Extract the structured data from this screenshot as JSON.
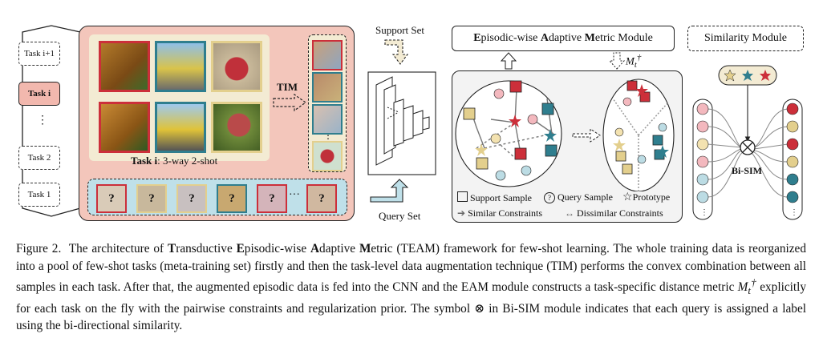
{
  "tasks": {
    "items": [
      {
        "label": "Task i+1"
      },
      {
        "label": "Task i"
      },
      {
        "label": "⋮"
      },
      {
        "label": "Task 2"
      },
      {
        "label": "Task 1"
      }
    ]
  },
  "task_panel": {
    "caption_bold": "Task i",
    "caption_rest": ": 3-way 2-shot",
    "tim_label": "TIM",
    "query_ellipsis": "···",
    "query_mark": "?"
  },
  "cnn": {
    "support_label": "Support Set",
    "query_label": "Query Set"
  },
  "eam": {
    "title_parts": [
      "E",
      "pisodic-wise ",
      "A",
      "daptive ",
      "M",
      "etric Module"
    ],
    "metric_symbol": "M",
    "metric_sub": "t",
    "metric_sup": "†",
    "legend": {
      "support": "Support Sample",
      "query": "Query Sample",
      "prototype": "Prototype",
      "similar": "Similar Constraints",
      "dissimilar": "Dissimilar Constraints"
    }
  },
  "sim": {
    "title": "Similarity Module",
    "bisim_label": "Bi-SIM"
  },
  "colors": {
    "red": "#cc2f3a",
    "teal": "#2f7e8e",
    "tan": "#e3cf8d",
    "pink_panel": "#f3c6bb",
    "query_panel": "#bfe0e9"
  },
  "caption": {
    "figure": "Figure 2.",
    "text_1": "The architecture of ",
    "t": "T",
    "text_2": "ransductive ",
    "e": "E",
    "text_3": "pisodic-wise ",
    "a": "A",
    "text_4": "daptive ",
    "m": "M",
    "text_5": "etric (TEAM) framework for few-shot learning. The whole training data is reorganized into a pool of few-shot tasks (meta-training set) firstly and then the task-level data augmentation technique (TIM) performs the convex combination between all samples in each task. After that, the augmented episodic data is fed into the CNN and the EAM module constructs a task-specific distance metric ",
    "text_6": " explicitly for each task on the fly with the pairwise constraints and regularization prior. The symbol ⊗ in Bi-SIM module indicates that each query is assigned a label using the bi-directional similarity."
  }
}
